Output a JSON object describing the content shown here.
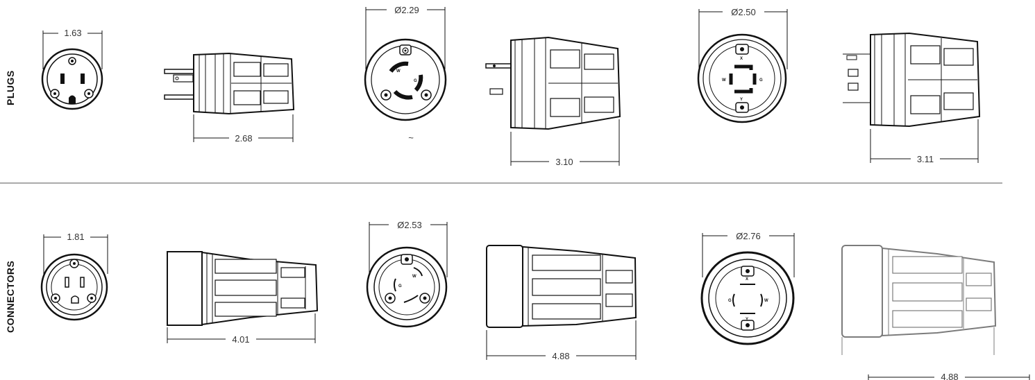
{
  "rows": {
    "plugs_label": "PLUGS",
    "connectors_label": "CONNECTORS"
  },
  "plugs": {
    "p1_face_dim": "1.63",
    "p1_side_dim": "2.68",
    "p2_face_dim": "Ø2.29",
    "p2_side_dim": "3.10",
    "p2_mark": "~",
    "p3_face_dim": "Ø2.50",
    "p3_side_dim": "3.11"
  },
  "connectors": {
    "c1_face_dim": "1.81",
    "c1_side_dim": "4.01",
    "c2_face_dim": "Ø2.53",
    "c2_side_dim": "4.88",
    "c3_face_dim": "Ø2.76",
    "c3_side_dim": "4.88"
  },
  "pin_letters": {
    "w": "W",
    "g": "G",
    "x": "X",
    "y": "Y"
  },
  "colors": {
    "line": "#111111",
    "divider": "#555555",
    "faded": "#999999"
  }
}
